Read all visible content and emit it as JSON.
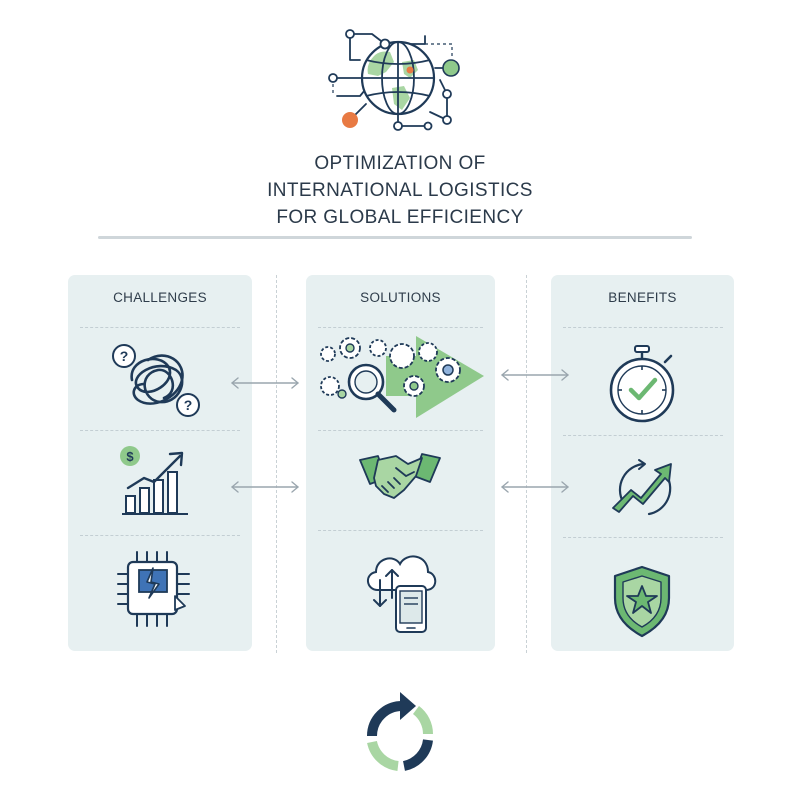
{
  "title_lines": [
    "OPTIMIZATION OF",
    "INTERNATIONAL LOGISTICS",
    "FOR GLOBAL EFFICIENCY"
  ],
  "columns": [
    {
      "id": "challenges",
      "label": "CHALLENGES",
      "icons": [
        "tangled-knot-question-icon",
        "rising-cost-chart-icon",
        "damaged-chip-icon"
      ]
    },
    {
      "id": "solutions",
      "label": "SOLUTIONS",
      "icons": [
        "gears-magnifier-arrow-icon",
        "handshake-icon",
        "cloud-sync-device-icon"
      ]
    },
    {
      "id": "benefits",
      "label": "BENEFITS",
      "icons": [
        "stopwatch-check-icon",
        "growth-arrow-icon",
        "shield-star-icon"
      ]
    }
  ],
  "colors": {
    "navy": "#1f3a58",
    "green": "#6cb872",
    "light_green": "#a9d6a3",
    "orange": "#e87a43",
    "panel_bg": "#e7f0f1",
    "accent_blue": "#3f73b6"
  }
}
